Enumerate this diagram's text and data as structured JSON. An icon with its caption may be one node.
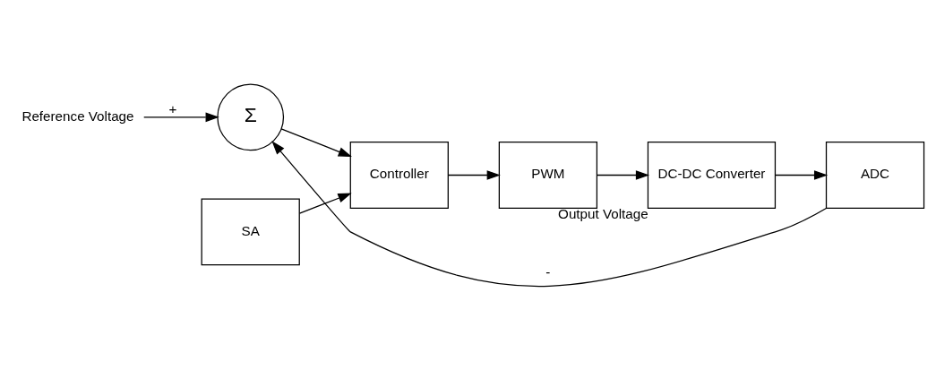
{
  "diagram": {
    "nodes": [
      {
        "text": [
          "Reference Voltage"
        ]
      },
      {
        "text": [
          "Σ"
        ]
      },
      {
        "text": [
          "SA"
        ]
      },
      {
        "text": [
          "Controller"
        ]
      },
      {
        "text": [
          "PWM"
        ]
      },
      {
        "text": [
          "DC-DC Converter"
        ],
        "beside": [
          "Output Voltage"
        ]
      },
      {
        "text": [
          "ADC"
        ]
      }
    ],
    "edges": [
      {
        "from": 0,
        "to": 1,
        "arrow": "to",
        "label": "+"
      },
      {
        "from": 1,
        "to": 3,
        "arrow": "to"
      },
      {
        "from": 2,
        "to": 3,
        "arrow": "to"
      },
      {
        "from": 3,
        "to": 4,
        "arrow": "to"
      },
      {
        "from": 4,
        "to": 5,
        "arrow": "to"
      },
      {
        "from": 5,
        "to": 6,
        "arrow": "to"
      },
      {
        "from": 6,
        "to": 1,
        "arrow": "to",
        "label": "-"
      }
    ]
  }
}
